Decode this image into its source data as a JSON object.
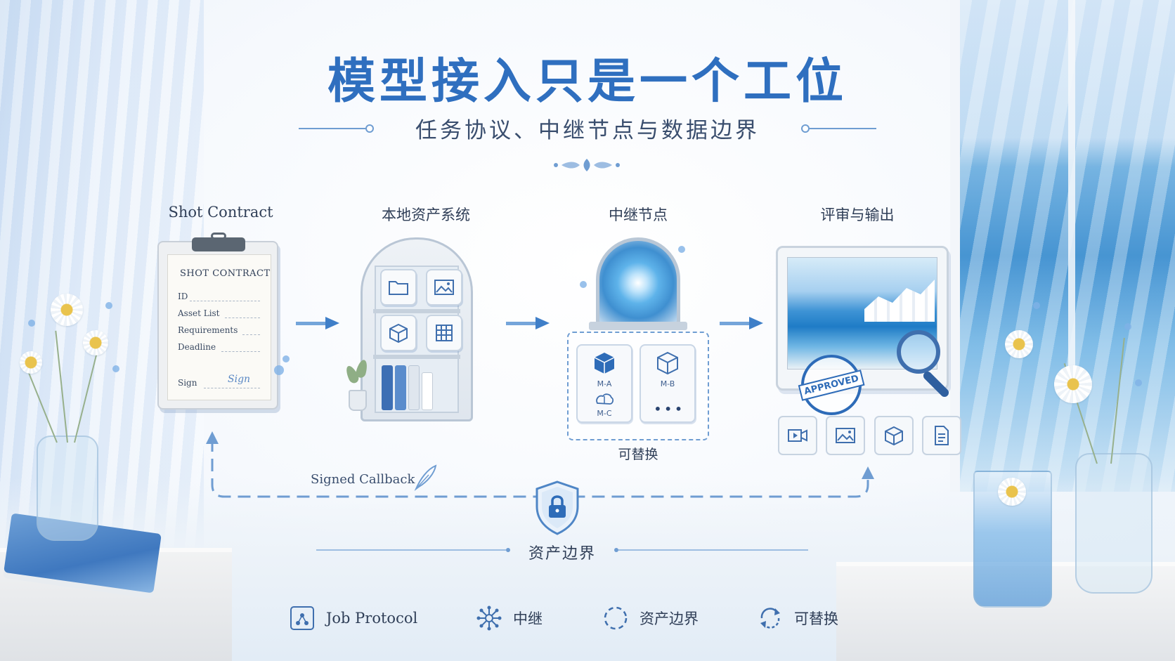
{
  "header": {
    "title": "模型接入只是一个工位",
    "subtitle": "任务协议、中继节点与数据边界"
  },
  "stages": {
    "contract": {
      "label": "Shot Contract",
      "paper_title": "SHOT CONTRACT",
      "fields": [
        "ID",
        "Asset List",
        "Requirements",
        "Deadline"
      ],
      "sign_label": "Sign",
      "signature": "Sign"
    },
    "assets": {
      "label": "本地资产系统"
    },
    "relay": {
      "label": "中继节点",
      "modules": [
        "M-A",
        "M-B",
        "M-C"
      ],
      "more": "•••",
      "replaceable": "可替换"
    },
    "review": {
      "label": "评审与输出",
      "stamp": "APPROVED"
    }
  },
  "flow": {
    "callback": "Signed Callback",
    "boundary": "资产边界"
  },
  "legend": [
    {
      "icon": "job-protocol-icon",
      "label": "Job Protocol"
    },
    {
      "icon": "relay-hub-icon",
      "label": "中继"
    },
    {
      "icon": "asset-boundary-icon",
      "label": "资产边界"
    },
    {
      "icon": "replaceable-icon",
      "label": "可替换"
    }
  ],
  "colors": {
    "accent": "#2f6fbf",
    "line": "#6f9dd2",
    "ink": "#2f3e57"
  }
}
